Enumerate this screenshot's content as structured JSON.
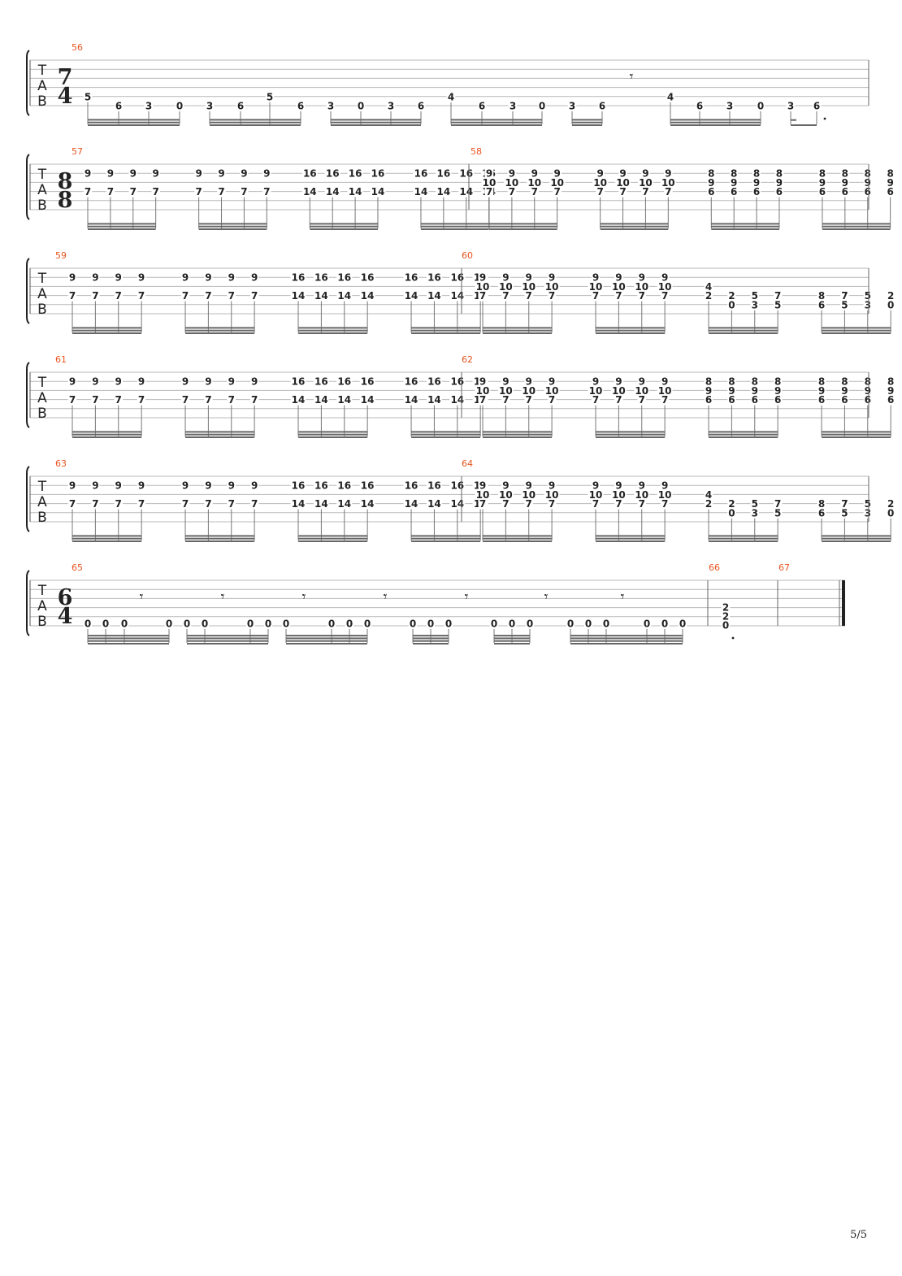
{
  "page": {
    "number_label": "5/5"
  },
  "clef_letters": [
    "T",
    "A",
    "B"
  ],
  "systems": [
    {
      "measures": [
        {
          "number": "56",
          "time_signature": [
            "7",
            "4"
          ],
          "beats": [
            {
              "notes": [
                {
                  "string": 4,
                  "fret": "5"
                }
              ]
            },
            {
              "notes": [
                {
                  "string": 5,
                  "fret": "6"
                }
              ]
            },
            {
              "notes": [
                {
                  "string": 5,
                  "fret": "3"
                }
              ]
            },
            {
              "notes": [
                {
                  "string": 5,
                  "fret": "0"
                }
              ]
            },
            {
              "notes": [
                {
                  "string": 5,
                  "fret": "3"
                }
              ]
            },
            {
              "notes": [
                {
                  "string": 5,
                  "fret": "6"
                }
              ]
            },
            {
              "notes": [
                {
                  "string": 4,
                  "fret": "5"
                }
              ]
            },
            {
              "notes": [
                {
                  "string": 5,
                  "fret": "6"
                }
              ]
            },
            {
              "notes": [
                {
                  "string": 5,
                  "fret": "3"
                }
              ]
            },
            {
              "notes": [
                {
                  "string": 5,
                  "fret": "0"
                }
              ]
            },
            {
              "notes": [
                {
                  "string": 5,
                  "fret": "3"
                }
              ]
            },
            {
              "notes": [
                {
                  "string": 5,
                  "fret": "6"
                }
              ]
            },
            {
              "notes": [
                {
                  "string": 4,
                  "fret": "4"
                }
              ]
            },
            {
              "notes": [
                {
                  "string": 5,
                  "fret": "6"
                }
              ]
            },
            {
              "notes": [
                {
                  "string": 5,
                  "fret": "3"
                }
              ]
            },
            {
              "notes": [
                {
                  "string": 5,
                  "fret": "0"
                }
              ]
            },
            {
              "notes": [
                {
                  "string": 5,
                  "fret": "3"
                }
              ]
            },
            {
              "notes": [
                {
                  "string": 5,
                  "fret": "6"
                }
              ]
            },
            {
              "rest": "eighth"
            },
            {
              "notes": [
                {
                  "string": 4,
                  "fret": "4"
                }
              ]
            },
            {
              "notes": [
                {
                  "string": 5,
                  "fret": "6"
                }
              ]
            },
            {
              "notes": [
                {
                  "string": 5,
                  "fret": "3"
                }
              ]
            },
            {
              "notes": [
                {
                  "string": 5,
                  "fret": "0"
                }
              ]
            },
            {
              "notes": [
                {
                  "string": 5,
                  "fret": "3"
                }
              ]
            },
            {
              "notes": [
                {
                  "string": 5,
                  "fret": "6"
                }
              ],
              "dotted": true
            }
          ]
        }
      ]
    },
    {
      "measures": [
        {
          "number": "57",
          "time_signature": [
            "8",
            "8"
          ],
          "chords": [
            [
              "9",
              "7"
            ],
            [
              "9",
              "7"
            ],
            [
              "9",
              "7"
            ],
            [
              "9",
              "7"
            ],
            [
              "9",
              "7"
            ],
            [
              "9",
              "7"
            ],
            [
              "9",
              "7"
            ],
            [
              "9",
              "7"
            ],
            [
              "16",
              "14"
            ],
            [
              "16",
              "14"
            ],
            [
              "16",
              "14"
            ],
            [
              "16",
              "14"
            ],
            [
              "16",
              "14"
            ],
            [
              "16",
              "14"
            ],
            [
              "16",
              "14"
            ],
            [
              "16",
              "14"
            ]
          ]
        },
        {
          "number": "58",
          "chords": [
            [
              "9",
              "10",
              "7"
            ],
            [
              "9",
              "10",
              "7"
            ],
            [
              "9",
              "10",
              "7"
            ],
            [
              "9",
              "10",
              "7"
            ],
            [
              "9",
              "10",
              "7"
            ],
            [
              "9",
              "10",
              "7"
            ],
            [
              "9",
              "10",
              "7"
            ],
            [
              "9",
              "10",
              "7"
            ],
            [
              "8",
              "9",
              "6"
            ],
            [
              "8",
              "9",
              "6"
            ],
            [
              "8",
              "9",
              "6"
            ],
            [
              "8",
              "9",
              "6"
            ],
            [
              "8",
              "9",
              "6"
            ],
            [
              "8",
              "9",
              "6"
            ],
            [
              "8",
              "9",
              "6"
            ],
            [
              "8",
              "9",
              "6"
            ]
          ]
        }
      ]
    },
    {
      "measures": [
        {
          "number": "59",
          "chords": [
            [
              "9",
              "7"
            ],
            [
              "9",
              "7"
            ],
            [
              "9",
              "7"
            ],
            [
              "9",
              "7"
            ],
            [
              "9",
              "7"
            ],
            [
              "9",
              "7"
            ],
            [
              "9",
              "7"
            ],
            [
              "9",
              "7"
            ],
            [
              "16",
              "14"
            ],
            [
              "16",
              "14"
            ],
            [
              "16",
              "14"
            ],
            [
              "16",
              "14"
            ],
            [
              "16",
              "14"
            ],
            [
              "16",
              "14"
            ],
            [
              "16",
              "14"
            ],
            [
              "16",
              "14"
            ]
          ]
        },
        {
          "number": "60",
          "chords": [
            [
              "9",
              "10",
              "7"
            ],
            [
              "9",
              "10",
              "7"
            ],
            [
              "9",
              "10",
              "7"
            ],
            [
              "9",
              "10",
              "7"
            ],
            [
              "9",
              "10",
              "7"
            ],
            [
              "9",
              "10",
              "7"
            ],
            [
              "9",
              "10",
              "7"
            ],
            [
              "9",
              "10",
              "7"
            ],
            [
              "4",
              "2"
            ],
            [
              "2",
              "0"
            ],
            [
              "5",
              "3"
            ],
            [
              "7",
              "5"
            ],
            [
              "8",
              "6"
            ],
            [
              "7",
              "5"
            ],
            [
              "5",
              "3"
            ],
            [
              "2",
              "0"
            ]
          ]
        }
      ]
    },
    {
      "measures": [
        {
          "number": "61",
          "chords": [
            [
              "9",
              "7"
            ],
            [
              "9",
              "7"
            ],
            [
              "9",
              "7"
            ],
            [
              "9",
              "7"
            ],
            [
              "9",
              "7"
            ],
            [
              "9",
              "7"
            ],
            [
              "9",
              "7"
            ],
            [
              "9",
              "7"
            ],
            [
              "16",
              "14"
            ],
            [
              "16",
              "14"
            ],
            [
              "16",
              "14"
            ],
            [
              "16",
              "14"
            ],
            [
              "16",
              "14"
            ],
            [
              "16",
              "14"
            ],
            [
              "16",
              "14"
            ],
            [
              "16",
              "14"
            ]
          ]
        },
        {
          "number": "62",
          "chords": [
            [
              "9",
              "10",
              "7"
            ],
            [
              "9",
              "10",
              "7"
            ],
            [
              "9",
              "10",
              "7"
            ],
            [
              "9",
              "10",
              "7"
            ],
            [
              "9",
              "10",
              "7"
            ],
            [
              "9",
              "10",
              "7"
            ],
            [
              "9",
              "10",
              "7"
            ],
            [
              "9",
              "10",
              "7"
            ],
            [
              "8",
              "9",
              "6"
            ],
            [
              "8",
              "9",
              "6"
            ],
            [
              "8",
              "9",
              "6"
            ],
            [
              "8",
              "9",
              "6"
            ],
            [
              "8",
              "9",
              "6"
            ],
            [
              "8",
              "9",
              "6"
            ],
            [
              "8",
              "9",
              "6"
            ],
            [
              "8",
              "9",
              "6"
            ]
          ]
        }
      ]
    },
    {
      "measures": [
        {
          "number": "63",
          "chords": [
            [
              "9",
              "7"
            ],
            [
              "9",
              "7"
            ],
            [
              "9",
              "7"
            ],
            [
              "9",
              "7"
            ],
            [
              "9",
              "7"
            ],
            [
              "9",
              "7"
            ],
            [
              "9",
              "7"
            ],
            [
              "9",
              "7"
            ],
            [
              "16",
              "14"
            ],
            [
              "16",
              "14"
            ],
            [
              "16",
              "14"
            ],
            [
              "16",
              "14"
            ],
            [
              "16",
              "14"
            ],
            [
              "16",
              "14"
            ],
            [
              "16",
              "14"
            ],
            [
              "16",
              "14"
            ]
          ]
        },
        {
          "number": "64",
          "chords": [
            [
              "9",
              "10",
              "7"
            ],
            [
              "9",
              "10",
              "7"
            ],
            [
              "9",
              "10",
              "7"
            ],
            [
              "9",
              "10",
              "7"
            ],
            [
              "9",
              "10",
              "7"
            ],
            [
              "9",
              "10",
              "7"
            ],
            [
              "9",
              "10",
              "7"
            ],
            [
              "9",
              "10",
              "7"
            ],
            [
              "4",
              "2"
            ],
            [
              "2",
              "0"
            ],
            [
              "5",
              "3"
            ],
            [
              "7",
              "5"
            ],
            [
              "8",
              "6"
            ],
            [
              "7",
              "5"
            ],
            [
              "5",
              "3"
            ],
            [
              "2",
              "0"
            ]
          ]
        }
      ]
    },
    {
      "measures": [
        {
          "number": "65",
          "time_signature": [
            "6",
            "4"
          ],
          "notes": [
            "0",
            "0",
            "0",
            "0",
            "0",
            "0",
            "0",
            "0",
            "0",
            "0",
            "0",
            "0",
            "0",
            "0",
            "0",
            "0",
            "0",
            "0",
            "0",
            "0",
            "0",
            "0",
            "0",
            "0"
          ]
        },
        {
          "number": "66",
          "chord": [
            "2",
            "2",
            "0"
          ],
          "dotted": true
        },
        {
          "number": "67"
        }
      ]
    }
  ]
}
